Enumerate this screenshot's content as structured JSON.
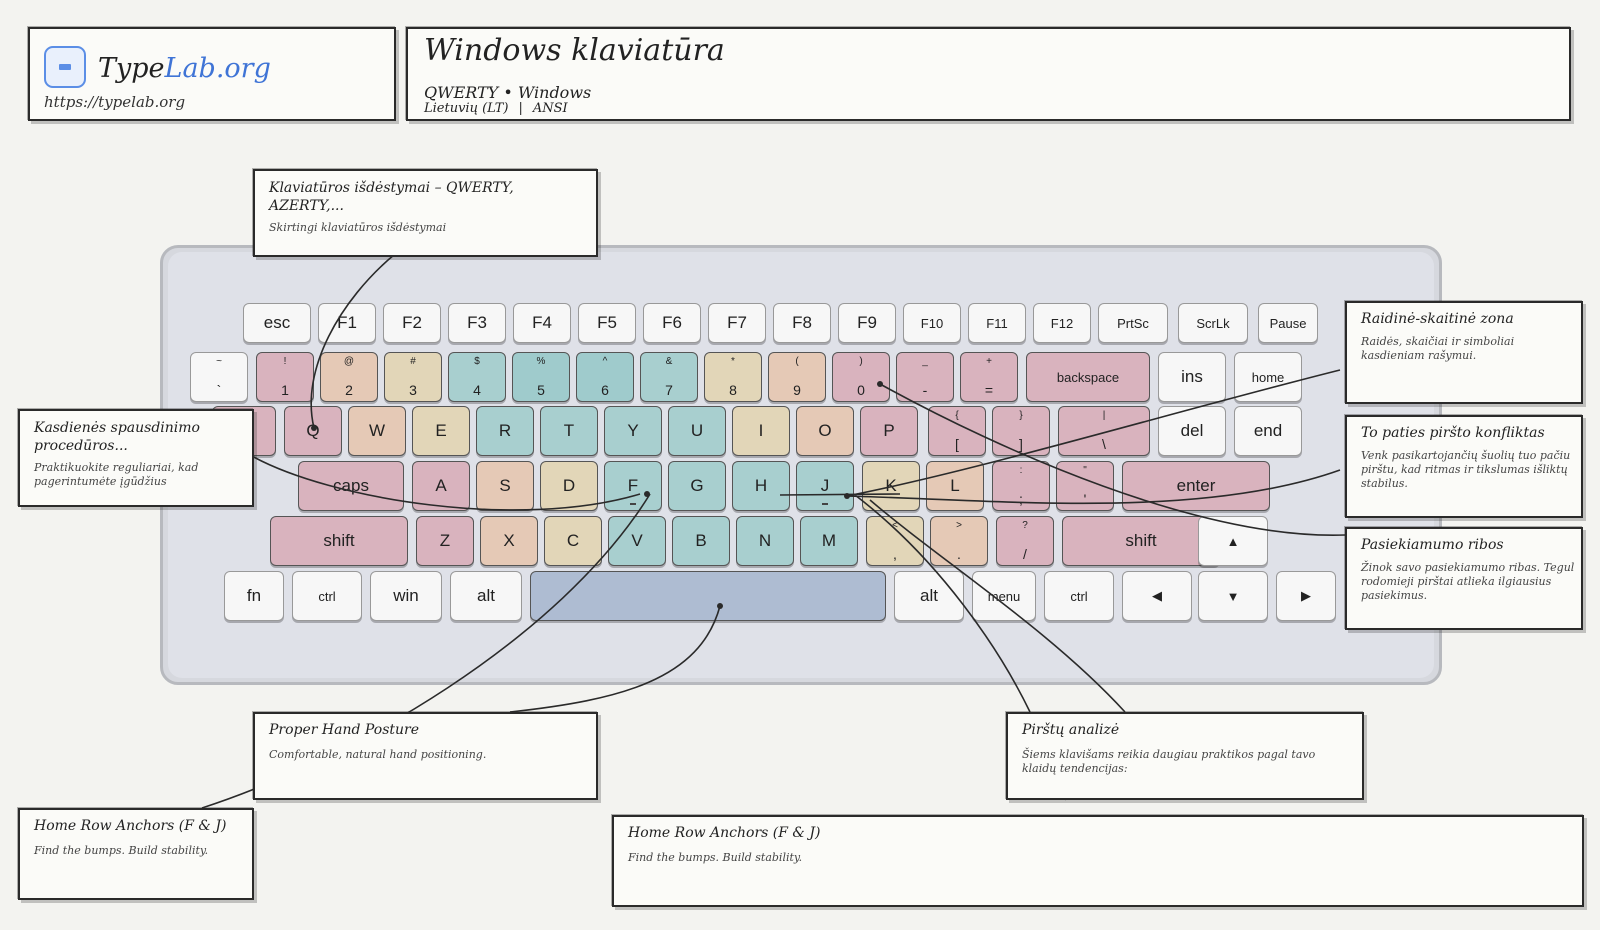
{
  "brand": {
    "name1": "Type",
    "name2": "Lab.org",
    "url": "https://typelab.org",
    "icon": "keyboard-icon"
  },
  "header": {
    "title": "Windows klaviatūra",
    "subtitle": "QWERTY • Windows",
    "locale": "Lietuvių (LT)",
    "standard": "ANSI"
  },
  "colors": {
    "pink": "#d9b3be",
    "peach": "#e5c9b6",
    "sand": "#e2d6b8",
    "teal": "#a8cfcf",
    "space": "#aebcd2",
    "accent": "#3f74d6"
  },
  "keys": {
    "fn_row": [
      "esc",
      "F1",
      "F2",
      "F3",
      "F4",
      "F5",
      "F6",
      "F7",
      "F8",
      "F9",
      "F10",
      "F11",
      "F12",
      "PrtSc",
      "ScrLk",
      "Pause"
    ],
    "num_row": [
      {
        "top": "~",
        "bot": "`"
      },
      {
        "top": "!",
        "bot": "1"
      },
      {
        "top": "@",
        "bot": "2"
      },
      {
        "top": "#",
        "bot": "3"
      },
      {
        "top": "$",
        "bot": "4"
      },
      {
        "top": "%",
        "bot": "5"
      },
      {
        "top": "^",
        "bot": "6"
      },
      {
        "top": "&",
        "bot": "7"
      },
      {
        "top": "*",
        "bot": "8"
      },
      {
        "top": "(",
        "bot": "9"
      },
      {
        "top": ")",
        "bot": "0"
      },
      {
        "top": "_",
        "bot": "-"
      },
      {
        "top": "+",
        "bot": "="
      }
    ],
    "backspace": "backspace",
    "ins": "ins",
    "home": "home",
    "q_row": [
      "Q",
      "W",
      "E",
      "R",
      "T",
      "Y",
      "U",
      "I",
      "O",
      "P"
    ],
    "q_row_sym": [
      {
        "top": "{",
        "bot": "["
      },
      {
        "top": "}",
        "bot": "]"
      },
      {
        "top": "|",
        "bot": "\\"
      }
    ],
    "del": "del",
    "end": "end",
    "caps": "caps",
    "a_row": [
      "A",
      "S",
      "D",
      "F",
      "G",
      "H",
      "J",
      "K",
      "L"
    ],
    "a_row_sym": [
      {
        "top": ":",
        "bot": ";"
      },
      {
        "top": "\"",
        "bot": "'"
      }
    ],
    "enter": "enter",
    "shift": "shift",
    "z_row": [
      "Z",
      "X",
      "C",
      "V",
      "B",
      "N",
      "M"
    ],
    "z_row_sym": [
      {
        "top": "<",
        "bot": ","
      },
      {
        "top": ">",
        "bot": "."
      },
      {
        "top": "?",
        "bot": "/"
      }
    ],
    "arrow_up": "▲",
    "arrow_left": "◀",
    "arrow_down": "▼",
    "arrow_right": "▶",
    "bottom": {
      "fn": "fn",
      "ctrl": "ctrl",
      "win": "win",
      "alt": "alt",
      "alt_r": "alt",
      "menu": "menu",
      "ctrl_r": "ctrl"
    }
  },
  "callouts": {
    "layouts": {
      "title": "Klaviatūros išdėstymai – QWERTY, AZERTY,...",
      "desc": "Skirtingi klaviatūros išdėstymai"
    },
    "daily": {
      "title": "Kasdienės spausdinimo procedūros...",
      "desc": "Praktikuokite reguliariai, kad pagerintumėte įgūdžius"
    },
    "alnum": {
      "title": "Raidinė-skaitinė zona",
      "desc": "Raidės, skaičiai ir simboliai kasdieniam rašymui."
    },
    "samefinger": {
      "title": "To paties piršto konfliktas",
      "desc": "Venk pasikartojančių šuolių tuo pačiu pirštu, kad ritmas ir tikslumas išliktų stabilus."
    },
    "reach": {
      "title": "Pasiekiamumo ribos",
      "desc": "Žinok savo pasiekiamumo ribas. Tegul rodomieji pirštai atlieka ilgiausius pasiekimus."
    },
    "posture": {
      "title": "Proper Hand Posture",
      "desc": "Comfortable, natural hand positioning."
    },
    "finger": {
      "title": "Pirštų analizė",
      "desc": "Šiems klavišams reikia daugiau praktikos pagal tavo klaidų tendencijas:"
    },
    "anchors_left": {
      "title": "Home Row Anchors (F & J)",
      "desc": "Find the bumps. Build stability."
    },
    "anchors_bottom": {
      "title": "Home Row Anchors (F & J)",
      "desc": "Find the bumps. Build stability."
    }
  }
}
